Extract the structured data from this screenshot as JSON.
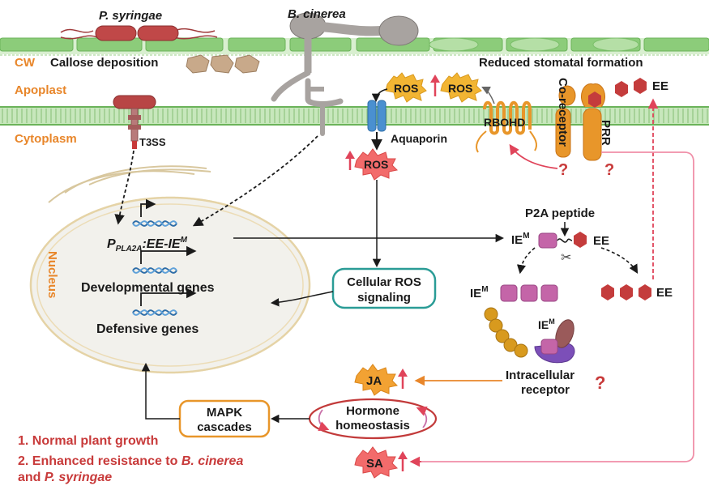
{
  "pathogens": {
    "bacterium": "P. syringae",
    "fungus": "B. cinerea"
  },
  "compartments": {
    "cw": "CW",
    "apoplast": "Apoplast",
    "cytoplasm": "Cytoplasm",
    "nucleus": "Nucleus"
  },
  "cell_wall": {
    "callose": "Callose deposition",
    "stomata": "Reduced stomatal formation"
  },
  "membrane": {
    "t3ss": "T3SS",
    "ros": "ROS",
    "aquaporin": "Aquaporin",
    "rbohd": "RBOHD",
    "coreceptor": "Co-receptor",
    "prr": "PRR",
    "ee": "EE",
    "question": "?",
    "ros_cyto": "ROS"
  },
  "nucleus": {
    "construct_p": "P",
    "construct_sub": "PLA2A",
    "construct_rest": ":EE-IE",
    "construct_sup": "M",
    "developmental": "Developmental genes",
    "defensive": "Defensive genes"
  },
  "signaling": {
    "cellular_ros_1": "Cellular ROS",
    "cellular_ros_2": "signaling"
  },
  "peptide": {
    "p2a": "P2A peptide",
    "ie": "IE",
    "ie_sup": "M",
    "ee": "EE",
    "receptor_1": "Intracellular",
    "receptor_2": "receptor",
    "question": "?"
  },
  "hormones": {
    "ja": "JA",
    "sa": "SA",
    "homeostasis_1": "Hormone",
    "homeostasis_2": "homeostasis",
    "mapk_1": "MAPK",
    "mapk_2": "cascades"
  },
  "outcomes": {
    "item1": "1. Normal plant growth",
    "item2_a": "2. Enhanced resistance to ",
    "item2_b": "B. cinerea",
    "item3_a": "and ",
    "item3_b": "P. syringae"
  },
  "colors": {
    "label_orange": "#e8862a",
    "accent_red": "#c83a3a",
    "cellwall_green": "#8ccc7a",
    "membrane_green": "#a7d89a",
    "ros_yellow": "#f2b533",
    "ros_red": "#f26b6b",
    "ie_pink": "#c465a8",
    "ee_red": "#c43c3c",
    "teal": "#2a9c96",
    "aquaporin_blue": "#4a90d0"
  }
}
